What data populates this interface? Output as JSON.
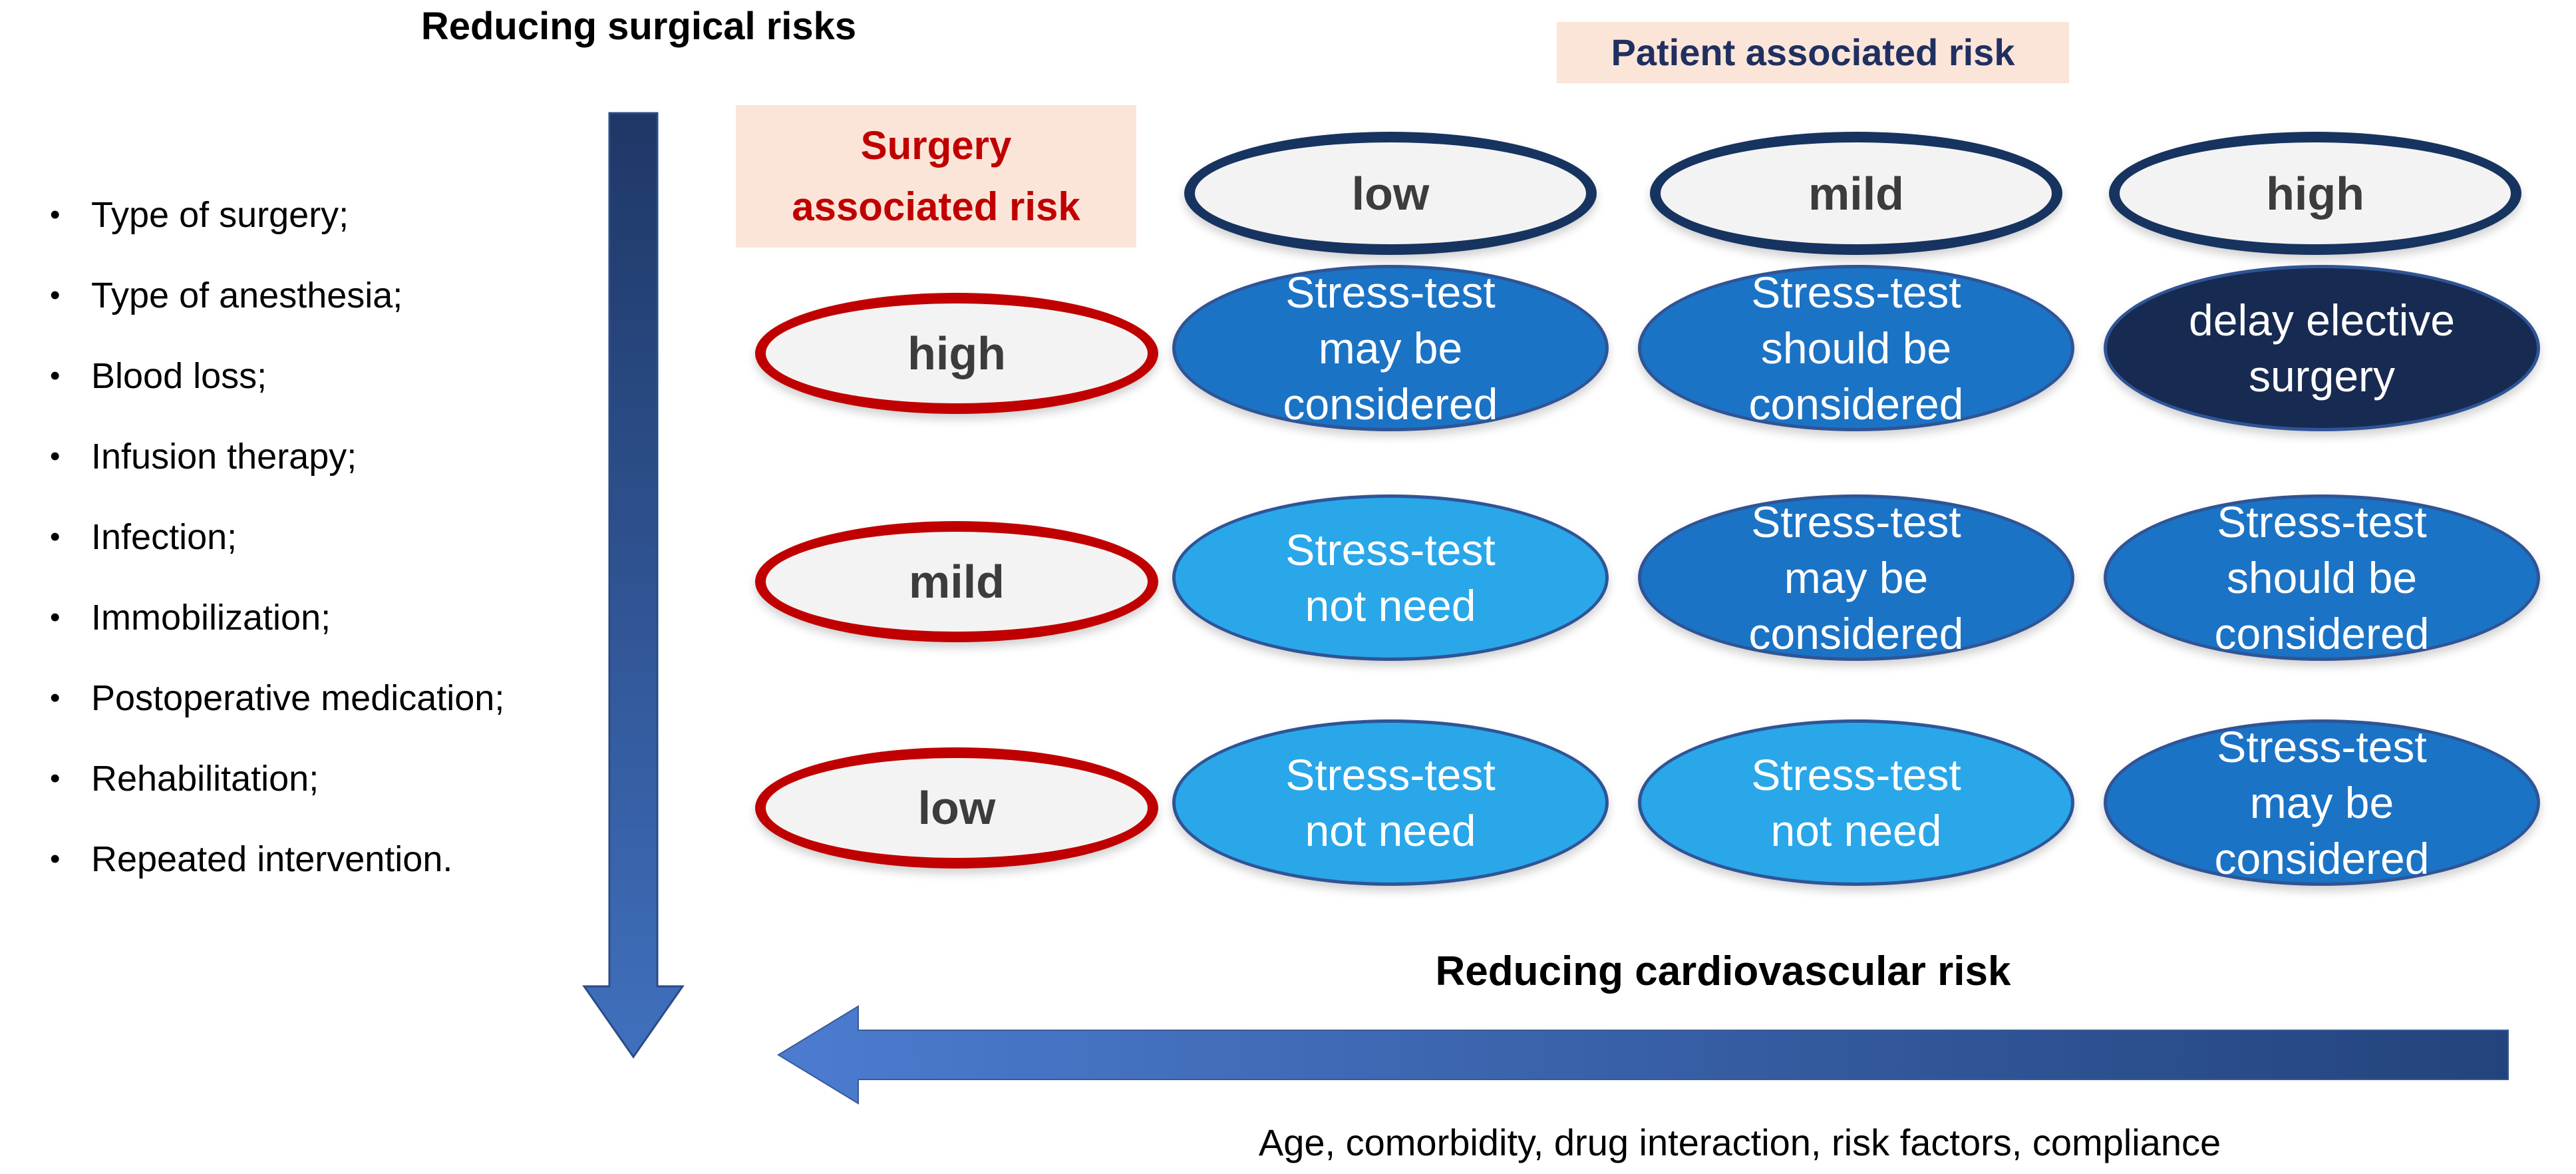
{
  "title": "Reducing surgical risks",
  "left_panel": {
    "bullet": "•",
    "bullets": [
      "Type of surgery;",
      "Type of anesthesia;",
      "Blood loss;",
      "Infusion therapy;",
      "Infection;",
      "Immobilization;",
      "Postoperative medication;",
      "Rehabilitation;",
      "Repeated intervention."
    ]
  },
  "axes": {
    "surgery_label_line1": "Surgery",
    "surgery_label_line2": "associated risk",
    "patient_label": "Patient associated risk"
  },
  "matrix": {
    "column_headers": [
      "low",
      "mild",
      "high"
    ],
    "row_headers": [
      "high",
      "mild",
      "low"
    ],
    "cells": [
      [
        {
          "level": "medium",
          "lines": [
            "Stress-test",
            "may be",
            "considered"
          ]
        },
        {
          "level": "medium",
          "lines": [
            "Stress-test",
            "should be",
            "considered"
          ]
        },
        {
          "level": "dark",
          "lines": [
            "delay elective",
            "surgery"
          ]
        }
      ],
      [
        {
          "level": "light",
          "lines": [
            "Stress-test",
            "not need"
          ]
        },
        {
          "level": "medium",
          "lines": [
            "Stress-test",
            "may be",
            "considered"
          ]
        },
        {
          "level": "medium",
          "lines": [
            "Stress-test",
            "should be",
            "considered"
          ]
        }
      ],
      [
        {
          "level": "light",
          "lines": [
            "Stress-test",
            "not need"
          ]
        },
        {
          "level": "light",
          "lines": [
            "Stress-test",
            "not need"
          ]
        },
        {
          "level": "medium",
          "lines": [
            "Stress-test",
            "may be",
            "considered"
          ]
        }
      ]
    ]
  },
  "bottom": {
    "title": "Reducing cardiovascular risk",
    "caption": "Age, comorbidity, drug interaction, risk factors, compliance"
  },
  "colors": {
    "red_accent": "#C00000",
    "navy": "#17335F",
    "navy_text": "#1F3060",
    "peach_bg": "#FBE5D8",
    "gray_fill": "#F3F3F3",
    "cell_medium": "#1B73C5",
    "cell_light": "#29A7E9",
    "cell_dark": "#172A52",
    "cell_border": "#2F5496",
    "down_arrow_gradient_top": "#1E3766",
    "down_arrow_gradient_bottom": "#4070BE",
    "left_arrow_gradient_tip": "#4C7CD0",
    "left_arrow_gradient_tail": "#23437C"
  }
}
